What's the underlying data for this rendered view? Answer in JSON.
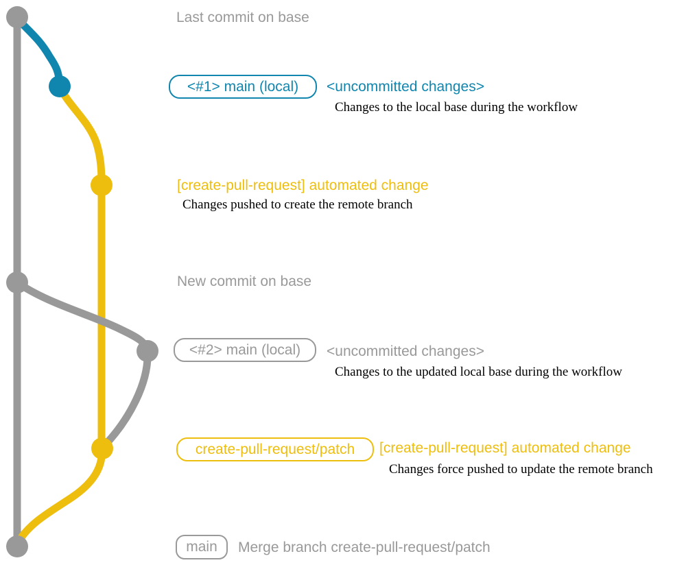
{
  "colors": {
    "gray": "#999999",
    "blue": "#1086af",
    "yellow": "#eebe0f",
    "ink": "#000000",
    "bg": "#ffffff"
  },
  "diagram": {
    "row_last_commit": {
      "label": "Last commit on base"
    },
    "row_local_1": {
      "pill": "<#1> main (local)",
      "status": "<uncommitted changes>",
      "desc": "Changes to the local base during the workflow"
    },
    "row_patch_1": {
      "label": "[create-pull-request] automated change",
      "desc": "Changes pushed to create the remote branch"
    },
    "row_new_commit": {
      "label": "New commit on base"
    },
    "row_local_2": {
      "pill": "<#2> main (local)",
      "status": "<uncommitted changes>",
      "desc": "Changes to the updated local base during the workflow"
    },
    "row_patch_2": {
      "pill": "create-pull-request/patch",
      "label": "[create-pull-request] automated change",
      "desc": "Changes force pushed to update the remote branch"
    },
    "row_merge": {
      "pill": "main",
      "label": "Merge branch create-pull-request/patch"
    }
  }
}
